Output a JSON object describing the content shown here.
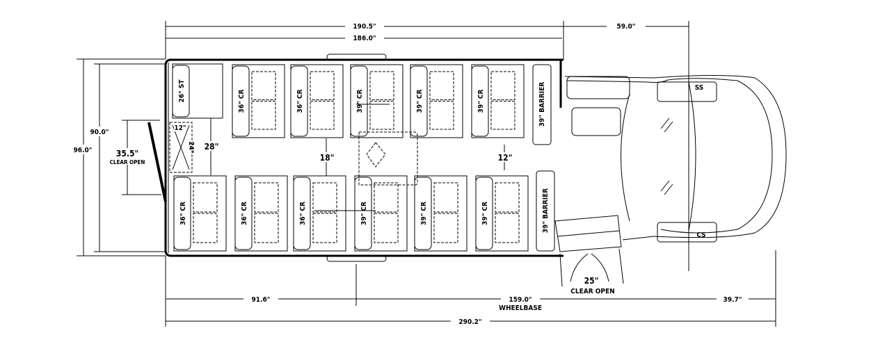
{
  "dimensions": {
    "overall_body": "190.5\"",
    "interior_length": "186.0\"",
    "front_overhang": "59.0\"",
    "overall_width": "96.0\"",
    "interior_width": "90.0\"",
    "rear_door_width": "35.5\"",
    "rear_door_note": "CLEAR OPEN",
    "rear_to_axle": "91.6\"",
    "wheelbase": "159.0\"",
    "wheelbase_label": "WHEELBASE",
    "front_to_axle": "39.7\"",
    "overall_length": "290.2\"",
    "aisle_rear": "28\"",
    "aisle_mid": "18\"",
    "aisle_front": "12\"",
    "lift_width": "12\"",
    "lift_depth": "24\"",
    "entry_door_width": "25\"",
    "entry_door_note": "CLEAR OPEN"
  },
  "seats": {
    "top": [
      "26\" ST",
      "36\" CR",
      "36\" CR",
      "39\" CR",
      "39\" CR",
      "39\" CR"
    ],
    "top_barrier": "39\" BARRIER",
    "bottom": [
      "36\" CR",
      "36\" CR",
      "36\" CR",
      "39\" CR",
      "39\" CR",
      "39\" CR"
    ],
    "bottom_barrier": "39\" BARRIER"
  },
  "cab": {
    "driver_seat": "SS",
    "passenger_seat": "CS"
  }
}
